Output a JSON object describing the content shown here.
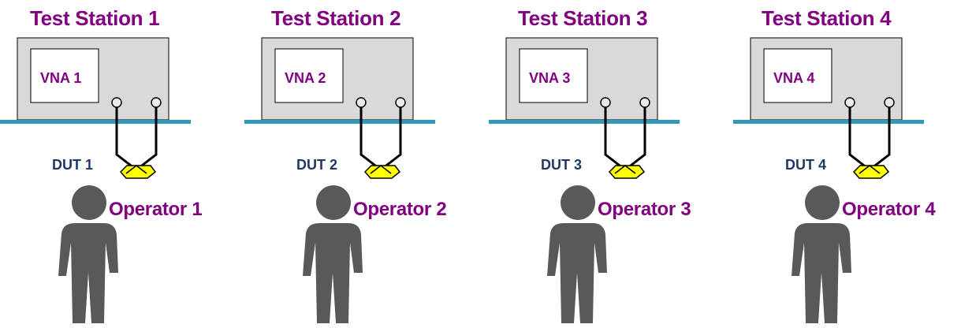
{
  "stations": [
    {
      "title": "Test Station 1",
      "vna": "VNA 1",
      "dut": "DUT 1",
      "operator": "Operator 1"
    },
    {
      "title": "Test Station 2",
      "vna": "VNA 2",
      "dut": "DUT 2",
      "operator": "Operator 2"
    },
    {
      "title": "Test Station 3",
      "vna": "VNA 3",
      "dut": "DUT 3",
      "operator": "Operator 3"
    },
    {
      "title": "Test Station 4",
      "vna": "VNA 4",
      "dut": "DUT 4",
      "operator": "Operator 4"
    }
  ],
  "colors": {
    "title": "#800080",
    "dut_label": "#1f3864",
    "bench": "#3399bb",
    "vna_body": "#d9d9d9",
    "dut_body": "#ffff00",
    "person": "#595959"
  }
}
